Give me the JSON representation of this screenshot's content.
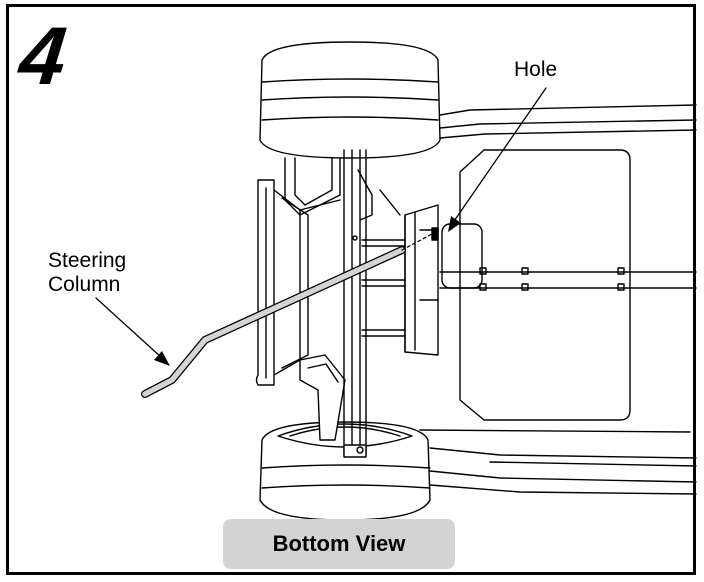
{
  "step": {
    "number": "4"
  },
  "callouts": {
    "hole": "Hole",
    "steering_line1": "Steering",
    "steering_line2": "Column"
  },
  "view_label": "Bottom View"
}
